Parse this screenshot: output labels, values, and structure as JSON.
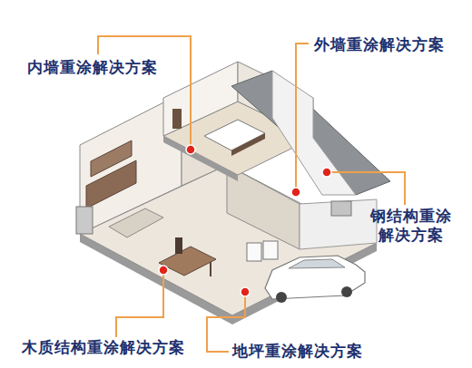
{
  "diagram": {
    "labels": [
      "内墙重涂解决方案",
      "外墙重涂解决方案",
      "钢结构重涂 解决方案",
      "木质结构重涂解决方案",
      "地坪重涂解决方案"
    ]
  }
}
